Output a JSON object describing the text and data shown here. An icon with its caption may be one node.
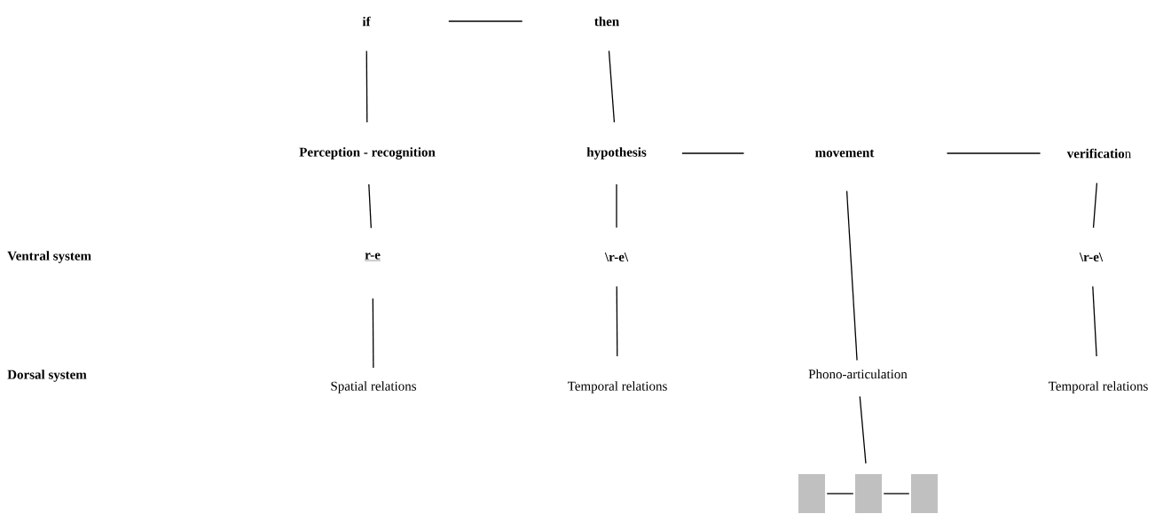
{
  "diagram": {
    "nodes": [
      {
        "text": [
          "if"
        ]
      },
      {
        "text": [
          "then"
        ]
      },
      {
        "text": [
          "Perception - recognition"
        ]
      },
      {
        "text": [
          "hypothesis"
        ]
      },
      {
        "text": [
          "movement"
        ]
      },
      {
        "text": [
          "**verificatio**n"
        ]
      },
      {
        "text": [
          "r-e"
        ]
      },
      {
        "text": [
          "\\r-e\\"
        ]
      },
      {
        "text": [
          "\\r-e\\"
        ]
      },
      {
        "text": [
          "Spatial relations"
        ]
      },
      {
        "text": [
          "Temporal relations"
        ]
      },
      {
        "text": [
          "Phono-articulation"
        ]
      },
      {
        "text": [
          "Temporal relations"
        ]
      },
      {
        "text": [],
        "shape": "box"
      },
      {
        "text": [],
        "shape": "box"
      },
      {
        "text": [],
        "shape": "box"
      }
    ],
    "edges": [
      {
        "from": 0,
        "to": 1,
        "arrow": "none"
      },
      {
        "from": 0,
        "to": 2,
        "arrow": "none"
      },
      {
        "from": 1,
        "to": 3,
        "arrow": "none"
      },
      {
        "from": 3,
        "to": 4,
        "arrow": "none"
      },
      {
        "from": 4,
        "to": 5,
        "arrow": "none"
      },
      {
        "from": 2,
        "to": 6,
        "arrow": "none"
      },
      {
        "from": 3,
        "to": 7,
        "arrow": "none"
      },
      {
        "from": 5,
        "to": 8,
        "arrow": "none"
      },
      {
        "from": 6,
        "to": 9,
        "arrow": "none"
      },
      {
        "from": 7,
        "to": 10,
        "arrow": "none"
      },
      {
        "from": 4,
        "to": 11,
        "arrow": "none"
      },
      {
        "from": 8,
        "to": 12,
        "arrow": "none"
      },
      {
        "from": 11,
        "to": 14,
        "arrow": "none"
      },
      {
        "from": 13,
        "to": 14,
        "arrow": "none"
      },
      {
        "from": 14,
        "to": 15,
        "arrow": "none"
      }
    ],
    "labels": [
      "Ventral system",
      "Dorsal system"
    ]
  }
}
